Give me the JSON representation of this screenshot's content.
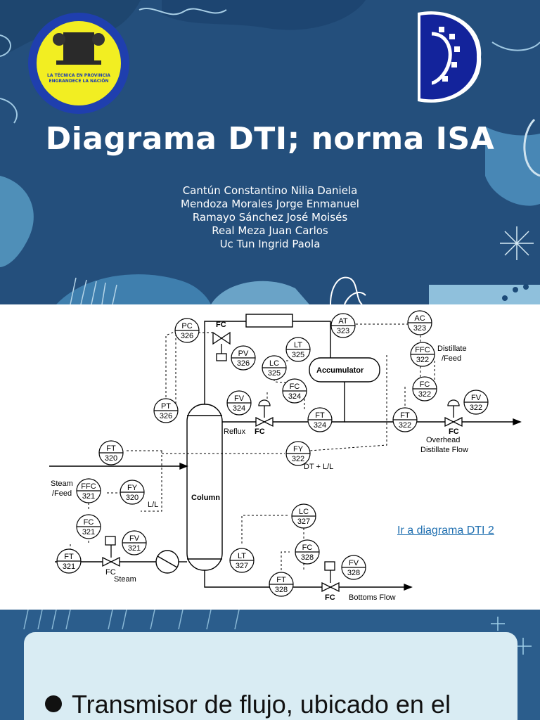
{
  "slide": {
    "title": "Diagrama DTI; norma ISA",
    "authors": [
      "Cantún Constantino Nilia Daniela",
      "Mendoza Morales Jorge Enmanuel",
      "Ramayo Sánchez José Moisés",
      "Real Meza Juan Carlos",
      "Uc Tun Ingrid Paola"
    ],
    "logo_left": {
      "text_top": "LA TÉCNICA EN PROVINCIA",
      "text_bottom": "ENGRANDECE LA NACIÓN",
      "colors": {
        "ring": "#1f3fae",
        "fill": "#f2ee22"
      }
    },
    "logo_right": {
      "color": "#13239b"
    }
  },
  "diagram": {
    "instruments": {
      "pc326": [
        "PC",
        "326"
      ],
      "fc_top": [
        "FC",
        ""
      ],
      "pv326": [
        "PV",
        "326"
      ],
      "lt325": [
        "LT",
        "325"
      ],
      "lc325": [
        "LC",
        "325"
      ],
      "at323": [
        "AT",
        "323"
      ],
      "ac323": [
        "AC",
        "323"
      ],
      "ffc322": [
        "FFC",
        "322"
      ],
      "fc324": [
        "FC",
        "324"
      ],
      "fv324": [
        "FV",
        "324"
      ],
      "pt326": [
        "PT",
        "326"
      ],
      "ft324": [
        "FT",
        "324"
      ],
      "fc322": [
        "FC",
        "322"
      ],
      "ft322": [
        "FT",
        "322"
      ],
      "fv322": [
        "FV",
        "322"
      ],
      "ft320": [
        "FT",
        "320"
      ],
      "fy322": [
        "FY",
        "322"
      ],
      "ffc321": [
        "FFC",
        "321"
      ],
      "fy320": [
        "FY",
        "320"
      ],
      "fc321": [
        "FC",
        "321"
      ],
      "fv321": [
        "FV",
        "321"
      ],
      "ft321": [
        "FT",
        "321"
      ],
      "lc327": [
        "LC",
        "327"
      ],
      "lt327": [
        "LT",
        "327"
      ],
      "fc328": [
        "FC",
        "328"
      ],
      "fv328": [
        "FV",
        "328"
      ],
      "ft328": [
        "FT",
        "328"
      ]
    },
    "labels": {
      "accumulator": "Accumulator",
      "column": "Column",
      "reflux": "Reflux",
      "fc": "FC",
      "distillate": "Distillate",
      "feed_slash": "/Feed",
      "overhead": "Overhead",
      "distillate_flow": "Distillate Flow",
      "dt_ll": "DT + L/L",
      "steam": "Steam",
      "ll": "L/L",
      "steam_label": "Steam",
      "bottoms_flow": "Bottoms Flow"
    },
    "link_text": "Ir a diagrama DTI 2"
  },
  "bottom": {
    "bullet": "Transmisor de flujo, ubicado en el"
  }
}
